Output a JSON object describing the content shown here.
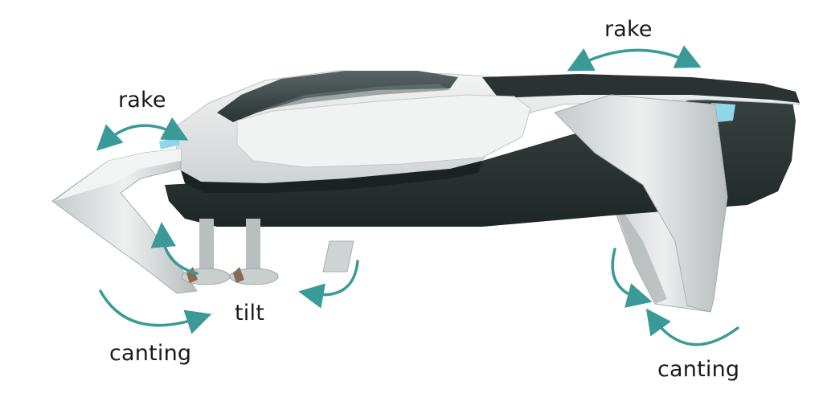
{
  "labels": {
    "rake_front": "rake",
    "rake_rear": "rake",
    "tilt": "tilt",
    "canting_front": "canting",
    "canting_rear": "canting"
  },
  "colors": {
    "arrow": "#3a9a98",
    "hull_dark": "#262d2d",
    "hull_light": "#e7e9e9",
    "foil": "#d6dada",
    "accent": "#7fd3ea"
  }
}
